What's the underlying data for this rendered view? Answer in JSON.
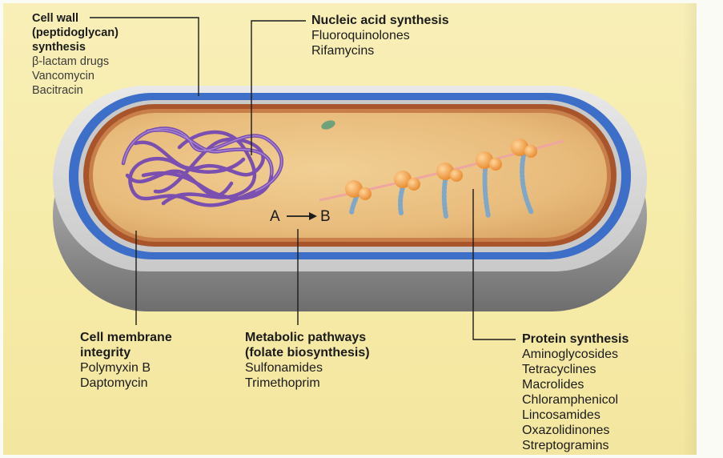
{
  "cell_wall": {
    "heading": [
      "Cell wall",
      "(peptidoglycan)",
      "synthesis"
    ],
    "drugs": [
      "β-lactam drugs",
      "Vancomycin",
      "Bacitracin"
    ]
  },
  "nucleic_acid": {
    "heading": "Nucleic acid synthesis",
    "drugs": [
      "Fluoroquinolones",
      "Rifamycins"
    ]
  },
  "cell_membrane": {
    "heading": [
      "Cell membrane",
      "integrity"
    ],
    "drugs": [
      "Polymyxin B",
      "Daptomycin"
    ]
  },
  "metabolic": {
    "heading": [
      "Metabolic pathways",
      "(folate biosynthesis)"
    ],
    "drugs": [
      "Sulfonamides",
      "Trimethoprim"
    ]
  },
  "protein": {
    "heading": "Protein synthesis",
    "drugs": [
      "Aminoglycosides",
      "Tetracyclines",
      "Macrolides",
      "Chloramphenicol",
      "Lincosamides",
      "Oxazolidinones",
      "Streptogramins"
    ]
  },
  "reaction": {
    "from": "A",
    "to": "B"
  },
  "colors": {
    "outer_membrane": "#3d6fc9",
    "cell_wall": "#a9552c",
    "cytoplasm": "#e7b978",
    "dna": "#7b4fb0",
    "ribosome": "#f2a24a",
    "background": "#f6eba8"
  }
}
